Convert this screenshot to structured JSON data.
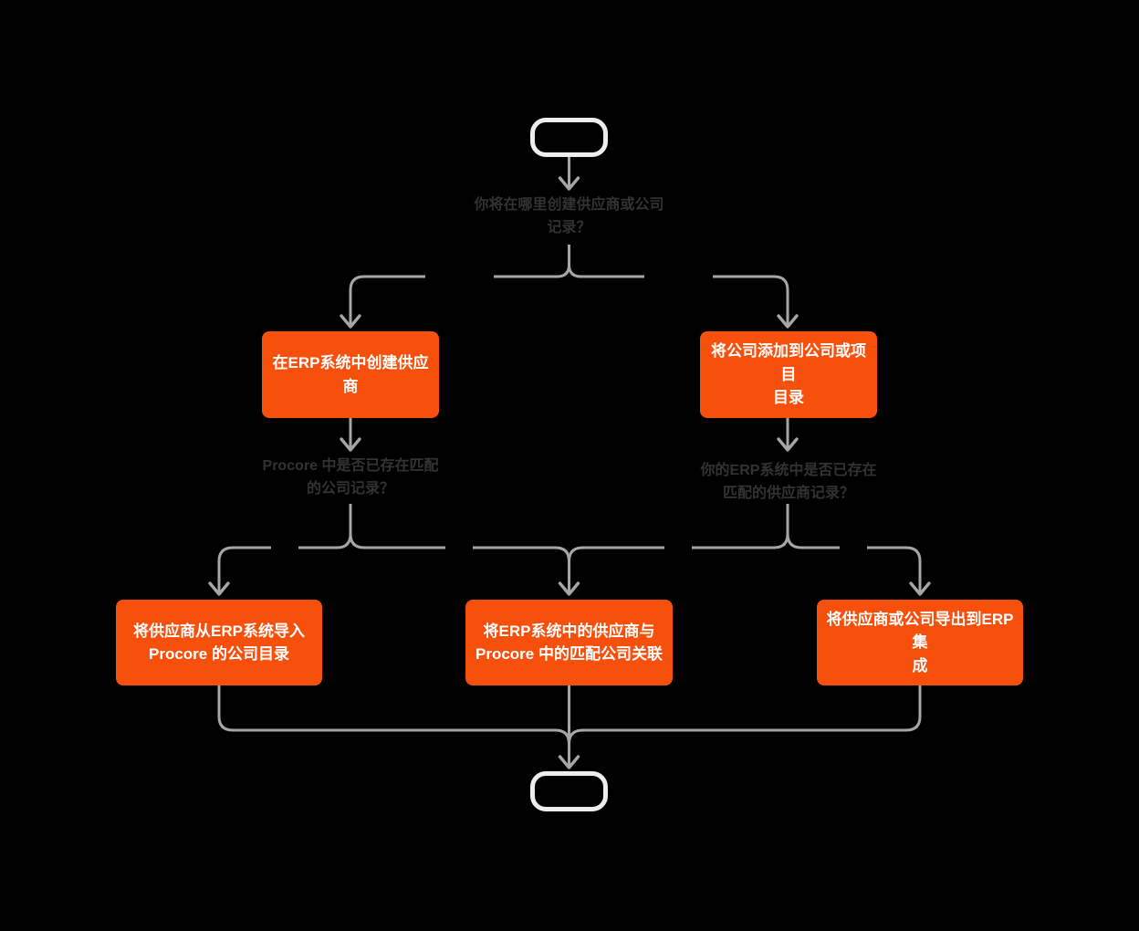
{
  "diagram": {
    "type": "flowchart",
    "colors": {
      "bg": "#000000",
      "accent": "#F6500C",
      "line": "#A6A6A6",
      "node-border": "#EDEDED",
      "question-text": "#333333",
      "action-text": "#FFFFFF"
    },
    "start_label": "",
    "end_label": "",
    "questions": [
      {
        "id": "where-create-record",
        "lines": [
          "你将在哪里创建供应商或公司",
          "记录？"
        ]
      },
      {
        "id": "procore-match-exists",
        "lines": [
          "Procore 中是否已存在匹配",
          "的公司记录？"
        ]
      },
      {
        "id": "erp-match-exists",
        "lines": [
          "你的ERP系统中是否已存在",
          "匹配的供应商记录？"
        ]
      }
    ],
    "actions": [
      {
        "id": "create-vendor-erp",
        "lines": [
          "在ERP系统中创建供应商",
          ""
        ]
      },
      {
        "id": "add-company-directory",
        "lines": [
          "将公司添加到公司或项目",
          "目录"
        ]
      },
      {
        "id": "import-vendors",
        "lines": [
          "将供应商从ERP系统导入",
          "Procore 的公司目录"
        ]
      },
      {
        "id": "link-vendors",
        "lines": [
          "将ERP系统中的供应商与",
          "Procore 中的匹配公司关联"
        ]
      },
      {
        "id": "export-vendors",
        "lines": [
          "将供应商或公司导出到ERP集",
          "成"
        ]
      }
    ]
  }
}
